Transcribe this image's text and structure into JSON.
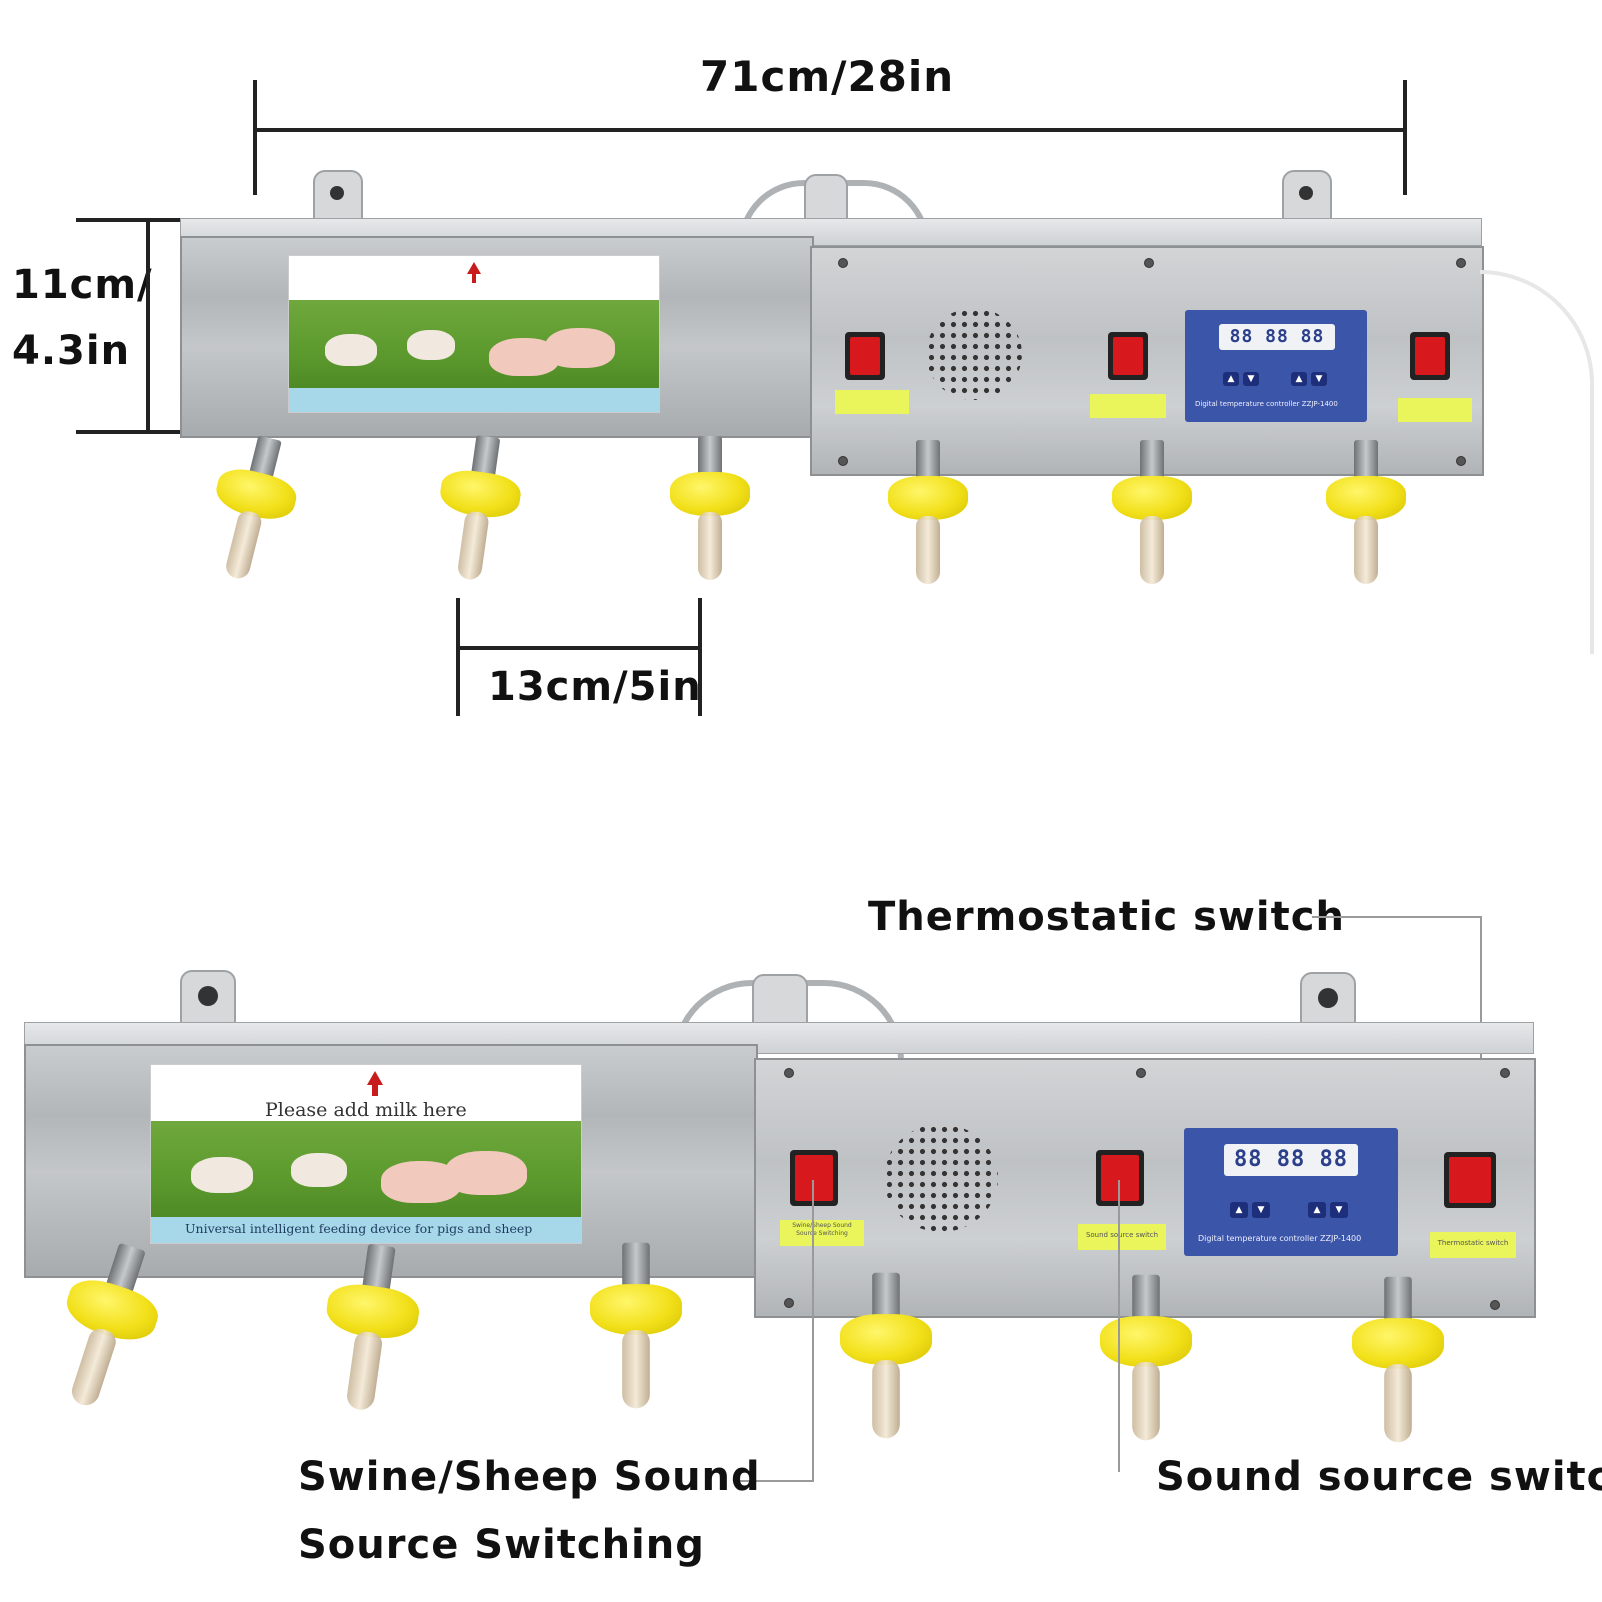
{
  "dimensions": {
    "length": "71cm/28in",
    "height_line1": "11cm/",
    "height_line2": "4.3in",
    "spacing": "13cm/5in"
  },
  "callouts": {
    "thermostatic": "Thermostatic switch",
    "swine_line1": "Swine/Sheep Sound",
    "swine_line2": "Source Switching",
    "sound_source": "Sound source switch"
  },
  "device_bottom": {
    "sticker_top": "Please add milk here",
    "sticker_bottom": "Universal intelligent feeding device for pigs and sheep",
    "controller_text": "Digital temperature controller ZZJP-1400",
    "lcd_readout": "88 88 88",
    "label_swine": "Swine/Sheep Sound Source Switching",
    "label_sound": "Sound source switch",
    "label_thermo": "Thermostatic switch"
  },
  "device_top": {
    "controller_text": "Digital temperature controller ZZJP-1400",
    "lcd_readout": "88 88 88"
  },
  "colors": {
    "switch_red": "#d7191e",
    "nipple_yellow": "#f2e01a",
    "controller_blue": "#3b55a8",
    "label_yellow": "#e9f55a"
  }
}
